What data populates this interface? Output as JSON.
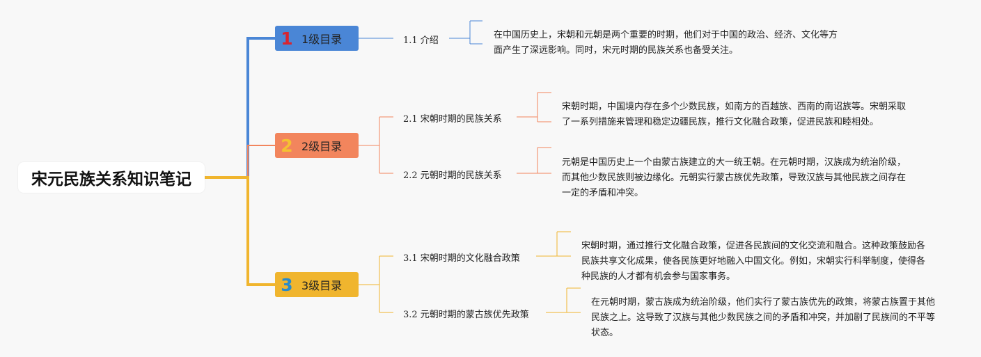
{
  "root": {
    "title": "宋元民族关系知识笔记"
  },
  "branches": [
    {
      "num": "1",
      "label": "1级目录",
      "children": [
        {
          "label": "1.1 介绍",
          "text": "在中国历史上，宋朝和元朝是两个重要的时期，他们对于中国的政治、经济、文化等方面产生了深远影响。同时，宋元时期的民族关系也备受关注。"
        }
      ]
    },
    {
      "num": "2",
      "label": "2级目录",
      "children": [
        {
          "label": "2.1 宋朝时期的民族关系",
          "text": "宋朝时期，中国境内存在多个少数民族，如南方的百越族、西南的南诏族等。宋朝采取了一系列措施来管理和稳定边疆民族，推行文化融合政策，促进民族和睦相处。"
        },
        {
          "label": "2.2 元朝时期的民族关系",
          "text": "元朝是中国历史上一个由蒙古族建立的大一统王朝。在元朝时期，汉族成为统治阶级，而其他少数民族则被边缘化。元朝实行蒙古族优先政策，导致汉族与其他民族之间存在一定的矛盾和冲突。"
        }
      ]
    },
    {
      "num": "3",
      "label": "3级目录",
      "children": [
        {
          "label": "3.1 宋朝时期的文化融合政策",
          "text": "宋朝时期，通过推行文化融合政策，促进各民族间的文化交流和融合。这种政策鼓励各民族共享文化成果，使各民族更好地融入中国文化。例如，宋朝实行科举制度，使得各种民族的人才都有机会参与国家事务。"
        },
        {
          "label": "3.2 元朝时期的蒙古族优先政策",
          "text": "在元朝时期，蒙古族成为统治阶级，他们实行了蒙古族优先的政策，将蒙古族置于其他民族之上。这导致了汉族与其他少数民族之间的矛盾和冲突，并加剧了民族间的不平等状态。"
        }
      ]
    }
  ],
  "colors": {
    "blue": "#4a86d6",
    "orange": "#f2855d",
    "yellow": "#f0b52e"
  }
}
